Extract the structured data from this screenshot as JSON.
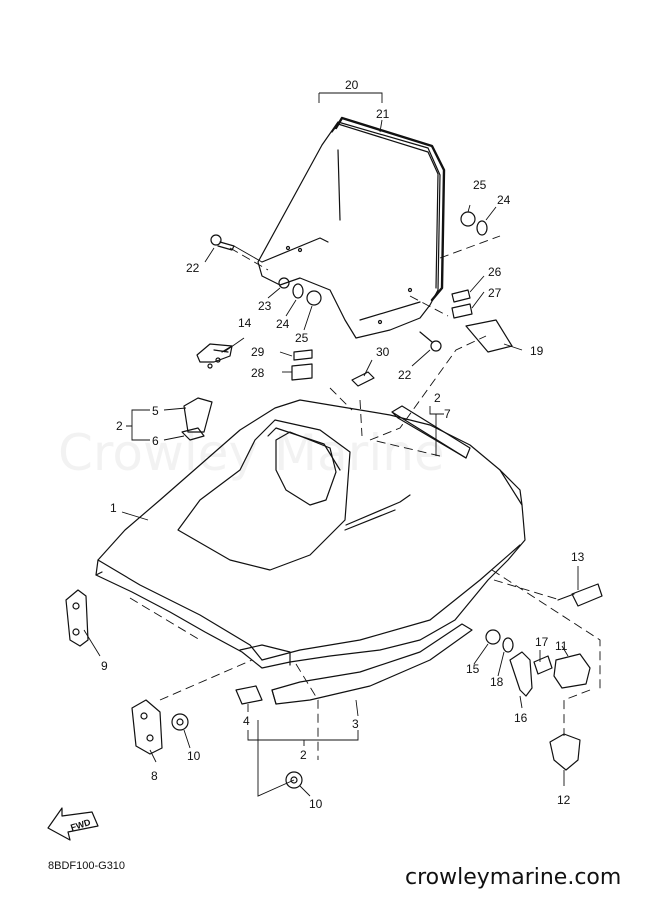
{
  "watermark": "Crowley Marine",
  "diagram_code": "8BDF100-G310",
  "website": "crowleymarine.com",
  "direction_label": "FWD",
  "callouts": [
    {
      "id": "c20",
      "label": "20"
    },
    {
      "id": "c21",
      "label": "21"
    },
    {
      "id": "c22a",
      "label": "22"
    },
    {
      "id": "c22b",
      "label": "22"
    },
    {
      "id": "c23",
      "label": "23"
    },
    {
      "id": "c24a",
      "label": "24"
    },
    {
      "id": "c24b",
      "label": "24"
    },
    {
      "id": "c25a",
      "label": "25"
    },
    {
      "id": "c25b",
      "label": "25"
    },
    {
      "id": "c26",
      "label": "26"
    },
    {
      "id": "c27",
      "label": "27"
    },
    {
      "id": "c14",
      "label": "14"
    },
    {
      "id": "c29",
      "label": "29"
    },
    {
      "id": "c28",
      "label": "28"
    },
    {
      "id": "c30",
      "label": "30"
    },
    {
      "id": "c19",
      "label": "19"
    },
    {
      "id": "c5",
      "label": "5"
    },
    {
      "id": "c2a",
      "label": "2"
    },
    {
      "id": "c6",
      "label": "6"
    },
    {
      "id": "c2b",
      "label": "2"
    },
    {
      "id": "c7",
      "label": "7"
    },
    {
      "id": "c1",
      "label": "1"
    },
    {
      "id": "c13",
      "label": "13"
    },
    {
      "id": "c9",
      "label": "9"
    },
    {
      "id": "c15",
      "label": "15"
    },
    {
      "id": "c17",
      "label": "17"
    },
    {
      "id": "c11",
      "label": "11"
    },
    {
      "id": "c18",
      "label": "18"
    },
    {
      "id": "c16",
      "label": "16"
    },
    {
      "id": "c4",
      "label": "4"
    },
    {
      "id": "c3",
      "label": "3"
    },
    {
      "id": "c2c",
      "label": "2"
    },
    {
      "id": "c8",
      "label": "8"
    },
    {
      "id": "c10a",
      "label": "10"
    },
    {
      "id": "c10b",
      "label": "10"
    },
    {
      "id": "c12",
      "label": "12"
    }
  ]
}
